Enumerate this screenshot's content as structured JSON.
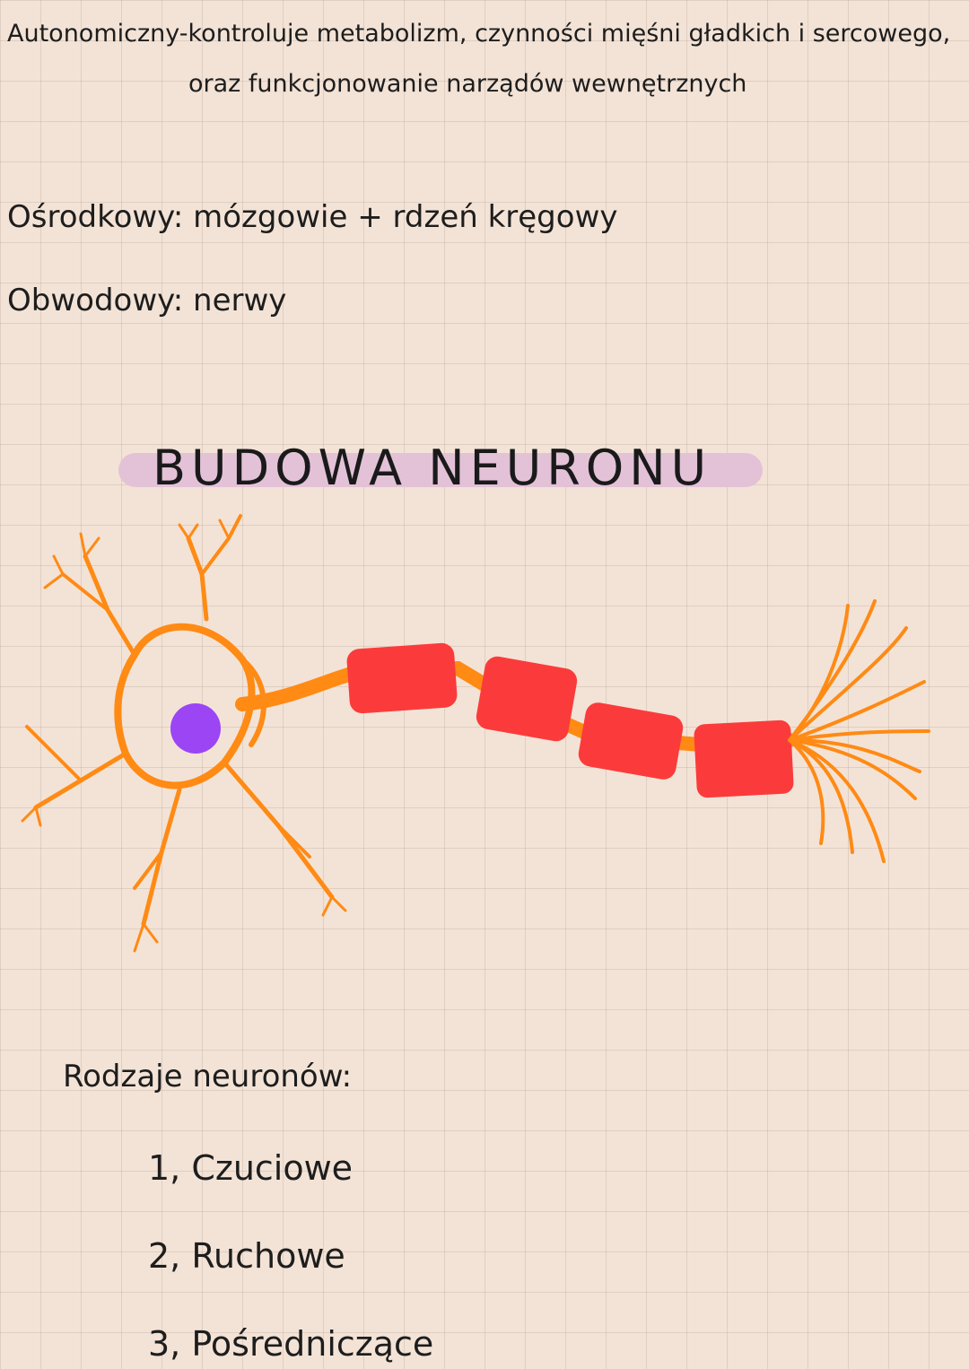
{
  "notes": {
    "line1": "Autonomiczny-kontroluje metabolizm, czynności mięśni gładkich i sercowego,",
    "line2": "oraz funkcjonowanie narządów wewnętrznych",
    "line3": "Ośrodkowy: mózgowie + rdzeń kręgowy",
    "line4": "Obwodowy: nerwy"
  },
  "heading": "BUDOWA NEURONU",
  "types": {
    "label": "Rodzaje neuronów:",
    "items": [
      "1, Czuciowe",
      "2, Ruchowe",
      "3, Pośredniczące"
    ]
  },
  "colors": {
    "paper": "#f3e3d6",
    "grid": "#c9b6aa",
    "highlight": "#e3c2d8",
    "dendrite_axon": "#ff8a14",
    "nucleus": "#9b45f5",
    "myelin": "#fb3b3b"
  }
}
